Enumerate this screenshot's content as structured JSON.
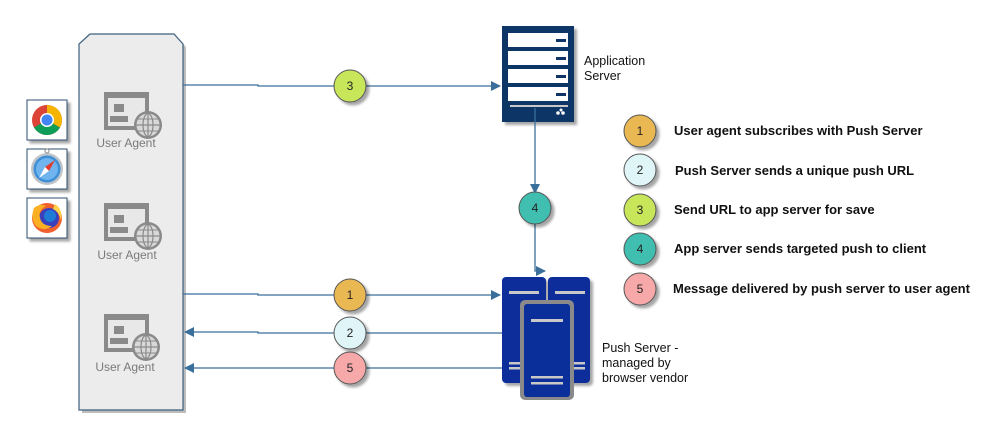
{
  "user_agents": [
    {
      "label": "User Agent"
    },
    {
      "label": "User Agent"
    },
    {
      "label": "User Agent"
    }
  ],
  "browsers": [
    {
      "name": "chrome",
      "icon": "chrome-icon"
    },
    {
      "name": "safari",
      "icon": "safari-icon"
    },
    {
      "name": "firefox",
      "icon": "firefox-icon"
    }
  ],
  "app_server": {
    "label_line1": "Application",
    "label_line2": "Server"
  },
  "push_server": {
    "label_line1": "Push Server -",
    "label_line2": "managed by",
    "label_line3": "browser vendor"
  },
  "steps": [
    {
      "num": "1",
      "color": "#eab852",
      "text": "User agent subscribes with Push Server"
    },
    {
      "num": "2",
      "color": "#dff5f7",
      "text": "Push Server sends a unique push URL"
    },
    {
      "num": "3",
      "color": "#c8e65a",
      "text": "Send URL to app server for save"
    },
    {
      "num": "4",
      "color": "#3fbfb0",
      "text": "App server sends targeted push to client"
    },
    {
      "num": "5",
      "color": "#f7a9a9",
      "text": "Message delivered by push server to user agent"
    }
  ],
  "colors": {
    "line": "#3a6f9c",
    "server_dark": "#0f3566",
    "push_blue": "#0b2f9a",
    "panel": "#ececec"
  }
}
